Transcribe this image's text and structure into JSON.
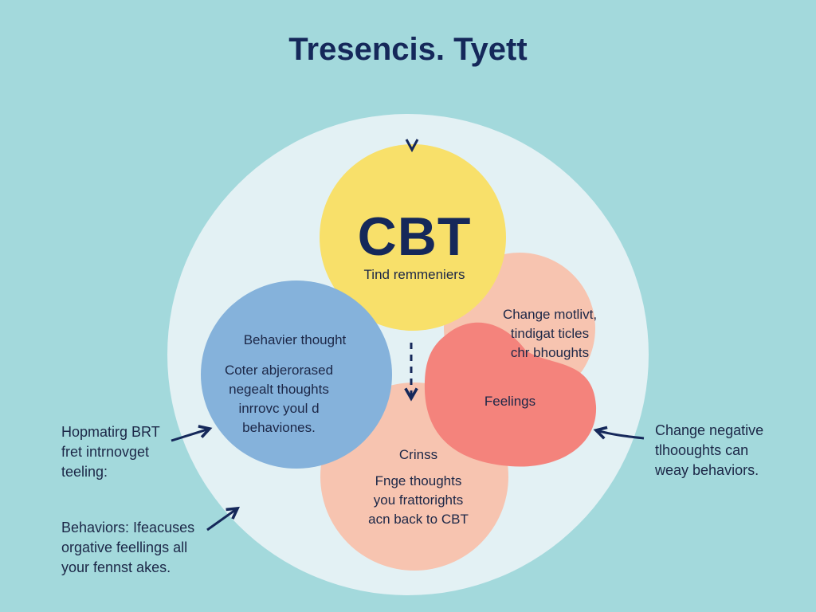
{
  "title": "Tresencis. Tyett",
  "center": {
    "heading": "CBT",
    "subtitle": "Tind remmeniers"
  },
  "behavior": {
    "heading": "Behavier thought",
    "body": "Coter abjerorased\nnegealt thoughts\ninrrovc youl d\nbehaviones."
  },
  "change_top": {
    "body": "Change motlivt,\ntindigat ticles\nchr bhoughts"
  },
  "feelings": {
    "heading": "Feelings"
  },
  "bottom": {
    "heading": "Crinss",
    "body": "Fnge thoughts\nyou frattorights\nacn back to CBT"
  },
  "notes": {
    "left_top": "Hopmatirg BRT\nfret intrnovget\nteeling:",
    "left_bottom": "Behaviors: Ifeacuses\norgative feellings all\nyour fennst akes.",
    "right": "Change negative\ntlhooughts can\nweay behaviors."
  },
  "colors": {
    "background": "#a3d9dc",
    "outer": "#e3f1f4",
    "yellow": "#f8e06a",
    "blue": "#85b2db",
    "peach": "#f7c4b0",
    "red": "#f4837c",
    "navy": "#15285a"
  }
}
